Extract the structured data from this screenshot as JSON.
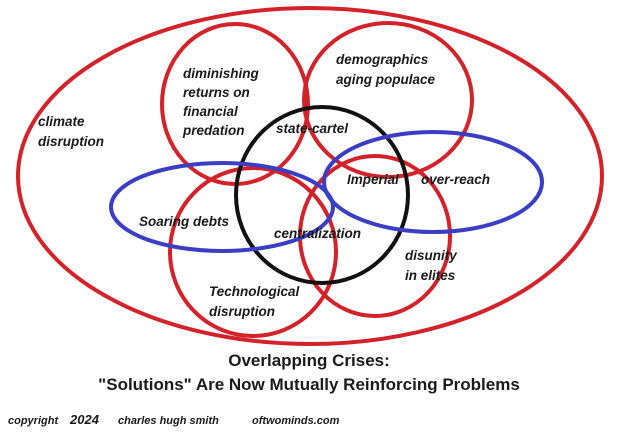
{
  "colors": {
    "red": "#d4222a",
    "blue": "#3a3ec4",
    "black": "#111111"
  },
  "labels": {
    "climate_1": "climate",
    "climate_2": "disruption",
    "returns_1": "diminishing",
    "returns_2": "returns on",
    "returns_3": "financial",
    "returns_4": "predation",
    "demo_1": "demographics",
    "demo_2": "aging populace",
    "state_cartel": "state-cartel",
    "imperial": "Imperial",
    "over_reach": "over-reach",
    "soaring_debts": "Soaring debts",
    "centralization": "centralization",
    "disunity_1": "disunity",
    "disunity_2": "in elites",
    "tech_1": "Technological",
    "tech_2": "disruption"
  },
  "title": {
    "line1": "Overlapping Crises:",
    "line2": "\"Solutions\" Are Now Mutually Reinforcing Problems"
  },
  "credit": {
    "copyright": "copyright",
    "year": "2024",
    "author": "charles hugh smith",
    "site": "oftwominds.com"
  }
}
